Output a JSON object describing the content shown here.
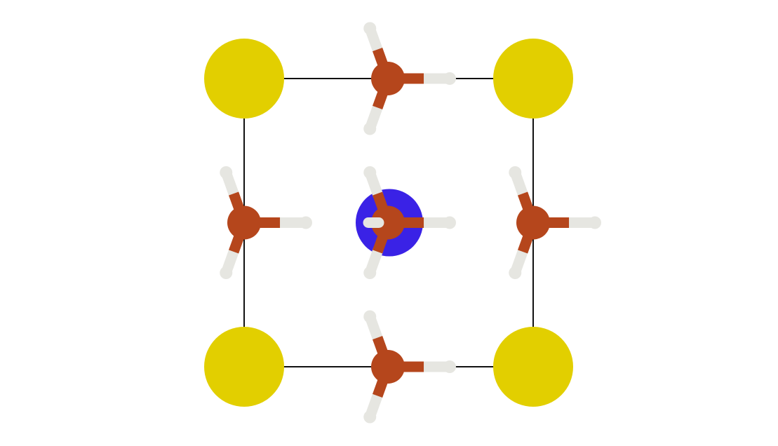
{
  "diagram": {
    "kind": "crystal-unit-cell-projection",
    "colors": {
      "background": "#ffffff",
      "cell_edge": "#111111",
      "corner_atom": "#e2cf00",
      "center_atom": "#3a22e6",
      "carbon": "#b5461c",
      "carbon_center": "#a83000",
      "hydrogen": "#e6e6e1"
    },
    "atoms": {
      "corner_species": "large-yellow-sphere",
      "center_species": "blue-sphere",
      "molecule_species": "methyl-group"
    }
  }
}
